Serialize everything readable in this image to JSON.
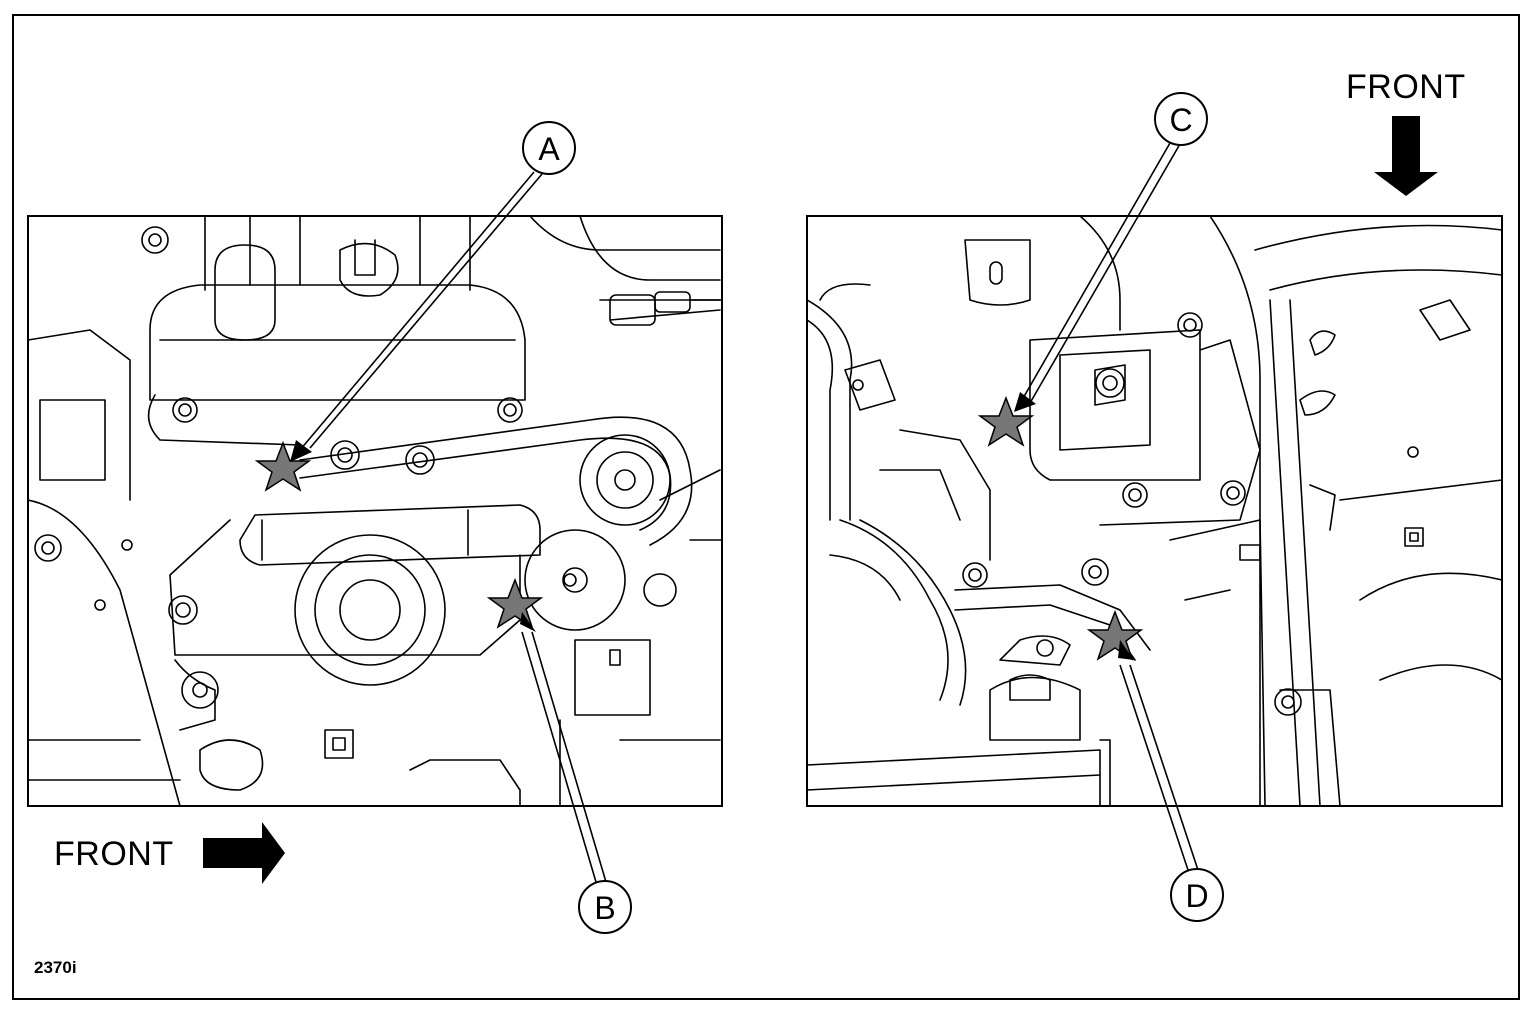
{
  "figure": {
    "code": "2370i",
    "front_label_left": "FRONT",
    "front_label_right": "FRONT"
  },
  "callouts": [
    "A",
    "B",
    "C",
    "D"
  ],
  "colors": {
    "line": "#000000",
    "star_fill": "#777777",
    "background": "#ffffff"
  },
  "icons": {
    "marker": "star-icon",
    "front_left": "arrow-right-icon",
    "front_right": "arrow-down-icon"
  }
}
